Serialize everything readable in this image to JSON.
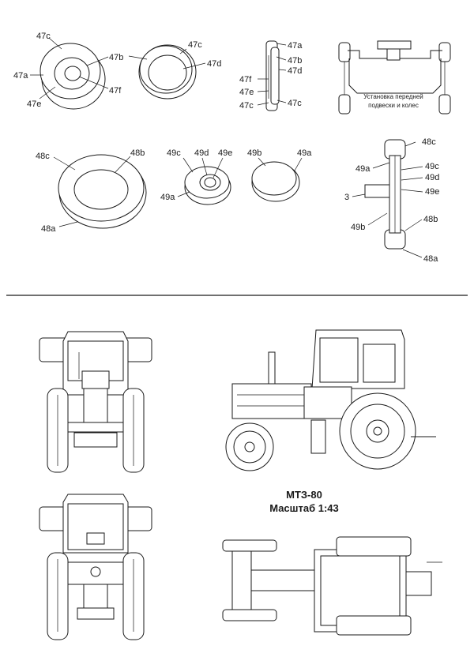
{
  "labels": {
    "p47c_a": "47c",
    "p47a": "47a",
    "p47e_a": "47e",
    "p47b_a": "47b",
    "p47f_a": "47f",
    "p47c_b": "47c",
    "p47d_b": "47d",
    "s47a": "47a",
    "s47b": "47b",
    "s47d": "47d",
    "s47f": "47f",
    "s47e": "47e",
    "s47c_l": "47c",
    "s47c_r": "47c",
    "p48c": "48c",
    "p48b": "48b",
    "p48a": "48a",
    "p49c": "49c",
    "p49d": "49d",
    "p49e": "49e",
    "p49a": "49a",
    "p49b_2": "49b",
    "p49a_2": "49a",
    "a48c": "48c",
    "a49a": "49a",
    "a49c": "49c",
    "a49d": "49d",
    "a3": "3",
    "a49e": "49e",
    "a49b": "49b",
    "a48b": "48b",
    "a48a": "48a"
  },
  "caption": {
    "line1": "Установка передней",
    "line2": "подвески и колес"
  },
  "title": {
    "model": "МТЗ-80",
    "scale": "Масштаб 1:43"
  }
}
